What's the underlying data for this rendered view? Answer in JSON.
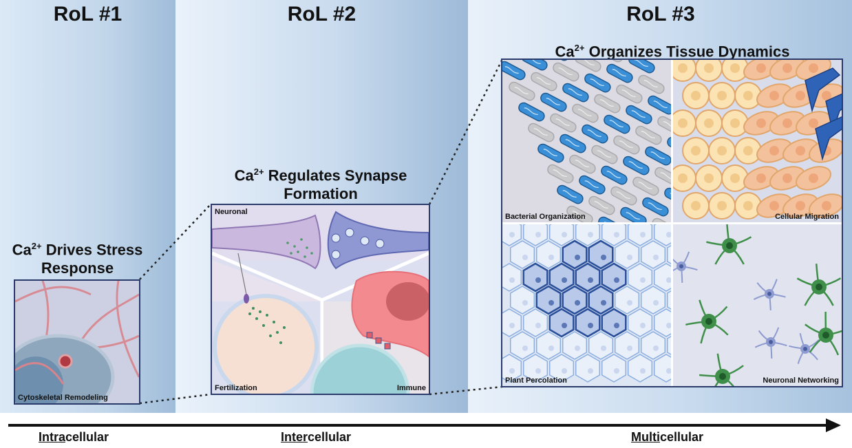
{
  "headings": {
    "rol1": "RoL #1",
    "rol2": "RoL #2",
    "rol3": "RoL #3"
  },
  "titles": {
    "stress": {
      "base": "Ca",
      "sup": "2+",
      "line1": " Drives Stress",
      "line2": "Response"
    },
    "synapse": {
      "base": "Ca",
      "sup": "2+",
      "line1": " Regulates Synapse",
      "line2": "Formation"
    },
    "tissue": {
      "base": "Ca",
      "sup": "2+",
      "line1": " Organizes Tissue Dynamics"
    }
  },
  "panel_labels": {
    "cytoskeletal": "Cytoskeletal Remodeling",
    "neuronal": "Neuronal",
    "fertilization": "Fertilization",
    "immune": "Immune",
    "bacterial": "Bacterial Organization",
    "migration": "Cellular Migration",
    "plant": "Plant Percolation",
    "networking": "Neuronal Networking"
  },
  "axis": {
    "intracellular": {
      "underlined": "Intra",
      "rest": "cellular"
    },
    "intercellular": {
      "underlined": "Inter",
      "rest": "cellular"
    },
    "multicellular": {
      "underlined": "Multi",
      "rest": "cellular"
    }
  },
  "colors": {
    "frame": "#2a3a6a",
    "bacteria_blue": "#3a8fd6",
    "bacteria_grey": "#c9c9cc",
    "neuron_green": "#3f8f4a",
    "fiber_red": "#d9848c"
  }
}
